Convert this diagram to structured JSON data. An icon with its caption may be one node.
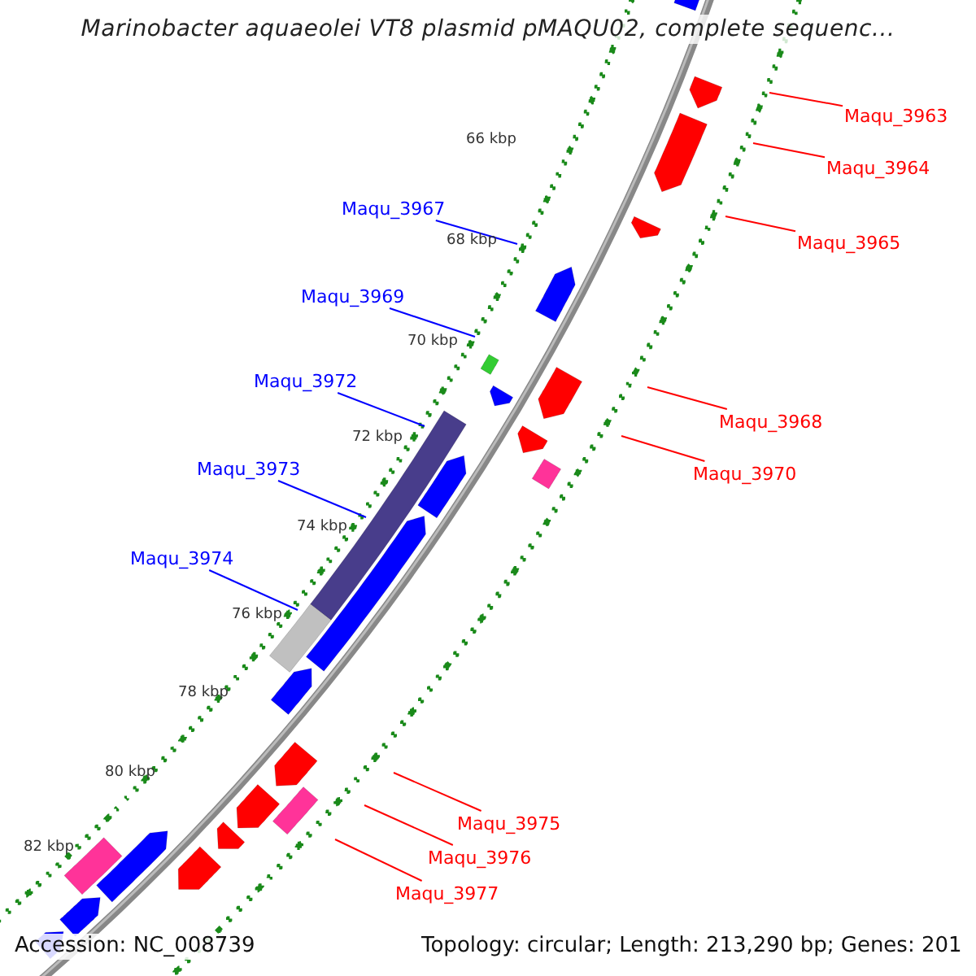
{
  "diagram": {
    "title": "Marinobacter aquaeolei VT8 plasmid pMAQU02, complete sequenc...",
    "nodes": [
      {
        "text": [
          "Maqu_3963"
        ]
      },
      {
        "text": [
          "Maqu_3964"
        ]
      },
      {
        "text": [
          "Maqu_3967"
        ]
      },
      {
        "text": [
          "Maqu_3965"
        ]
      },
      {
        "text": [
          "Maqu_3969"
        ]
      },
      {
        "text": [
          "Maqu_3972"
        ]
      },
      {
        "text": [
          "Maqu_3968"
        ]
      },
      {
        "text": [
          "Maqu_3973"
        ]
      },
      {
        "text": [
          "Maqu_3970"
        ]
      },
      {
        "text": [
          "Maqu_3974"
        ]
      },
      {
        "text": [
          "Maqu_3975"
        ]
      },
      {
        "text": [
          "Maqu_3976"
        ]
      },
      {
        "text": [
          "Maqu_3977"
        ]
      }
    ],
    "edges": [
      {
        "from": 0,
        "to": null,
        "arrow": "none"
      },
      {
        "from": 1,
        "to": null,
        "arrow": "none"
      },
      {
        "from": 2,
        "to": null,
        "arrow": "none",
        "color": "#0000ff"
      },
      {
        "from": 3,
        "to": null,
        "arrow": "none"
      },
      {
        "from": 4,
        "to": null,
        "arrow": "none",
        "color": "#0000ff"
      },
      {
        "from": 5,
        "to": null,
        "arrow": "none",
        "color": "#0000ff"
      },
      {
        "from": 6,
        "to": null,
        "arrow": "none"
      },
      {
        "from": 7,
        "to": null,
        "arrow": "none",
        "color": "#0000ff"
      },
      {
        "from": 8,
        "to": null,
        "arrow": "none"
      },
      {
        "from": 9,
        "to": null,
        "arrow": "none",
        "color": "#0000ff"
      },
      {
        "from": 10,
        "to": null,
        "arrow": "none"
      },
      {
        "from": 11,
        "to": null,
        "arrow": "none"
      },
      {
        "from": 12,
        "to": null,
        "arrow": "none"
      }
    ],
    "labels": [
      "66 kbp",
      "68 kbp",
      "70 kbp",
      "72 kbp",
      "74 kbp",
      "76 kbp",
      "78 kbp",
      "80 kbp",
      "82 kbp",
      "Accession: NC_008739",
      "Topology: circular; Length: 213,290 bp; Genes: 201"
    ]
  }
}
